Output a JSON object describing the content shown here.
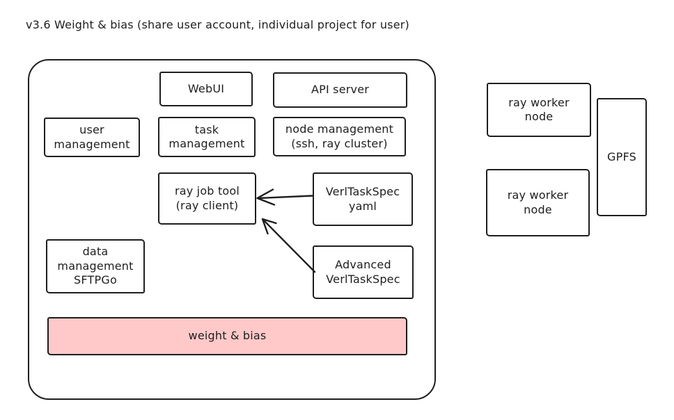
{
  "title": "v3.6 Weight & bias (share user account, individual project for user)",
  "colors": {
    "stroke": "#1e1e1e",
    "highlight_fill": "#ffc9c9",
    "canvas_background": "#ffffff"
  },
  "boxes": {
    "webui": {
      "lines": [
        "WebUI"
      ]
    },
    "api_server": {
      "lines": [
        "API server"
      ]
    },
    "user_management": {
      "lines": [
        "user",
        "management"
      ]
    },
    "task_management": {
      "lines": [
        "task",
        "management"
      ]
    },
    "node_management": {
      "lines": [
        "node management",
        "(ssh, ray cluster)"
      ]
    },
    "ray_job_tool": {
      "lines": [
        "ray job tool",
        "(ray client)"
      ]
    },
    "verltaskspec_yaml": {
      "lines": [
        "VerlTaskSpec",
        "yaml"
      ]
    },
    "advanced_verltaskspec": {
      "lines": [
        "Advanced",
        "VerlTaskSpec"
      ]
    },
    "data_management": {
      "lines": [
        "data",
        "management",
        "SFTPGo"
      ]
    },
    "weight_bias": {
      "lines": [
        "weight & bias"
      ]
    },
    "ray_worker_node_1": {
      "lines": [
        "ray worker",
        "node"
      ]
    },
    "ray_worker_node_2": {
      "lines": [
        "ray worker",
        "node"
      ]
    },
    "gpfs": {
      "lines": [
        "GPFS"
      ]
    }
  },
  "arrows": [
    {
      "from": "verltaskspec-yaml",
      "to": "ray-job-tool"
    },
    {
      "from": "advanced-verltaskspec",
      "to": "ray-job-tool"
    }
  ]
}
